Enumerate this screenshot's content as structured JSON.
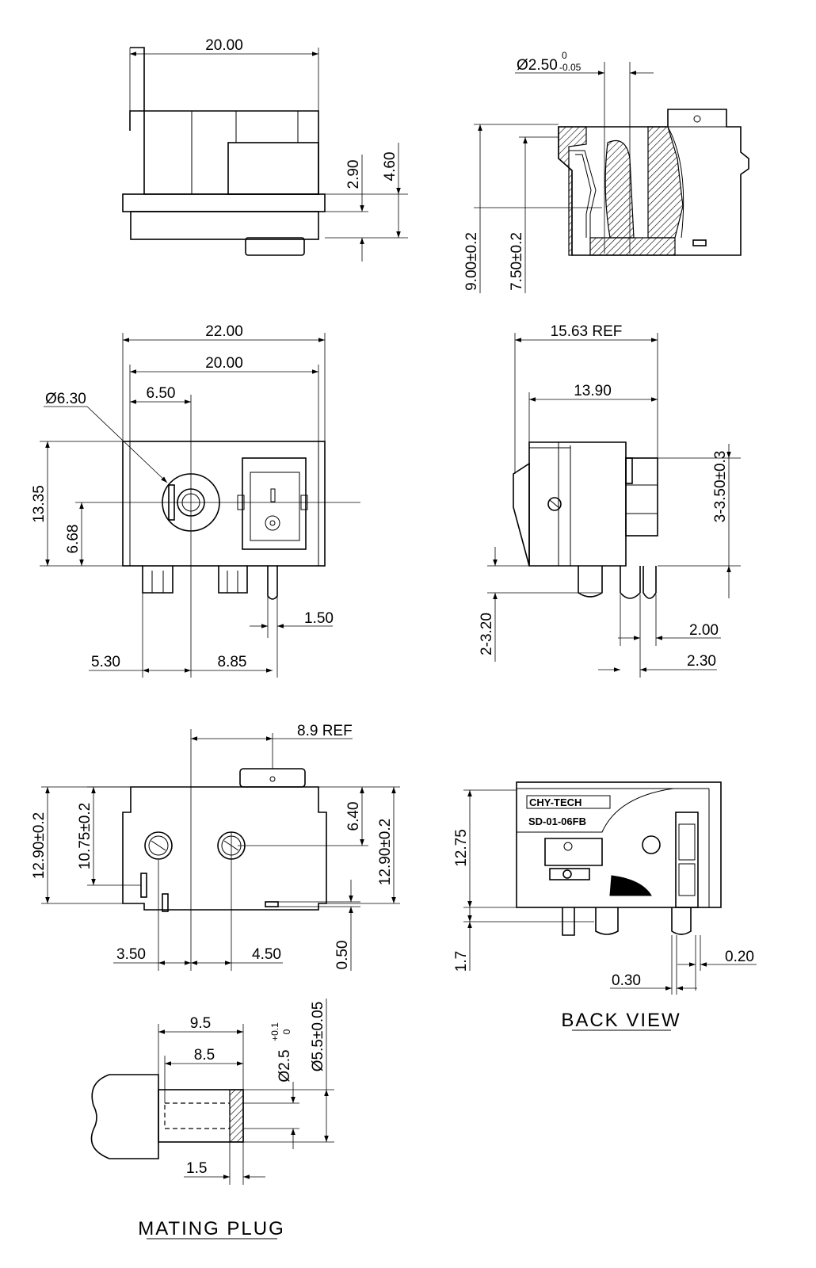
{
  "top_view": {
    "width": "20.00",
    "dim_a": "2.90",
    "dim_b": "4.60"
  },
  "section_view": {
    "pin_dia": "Ø2.50",
    "pin_tol_upper": "0",
    "pin_tol_lower": "-0.05",
    "height_a": "9.00±0.2",
    "height_b": "7.50±0.2"
  },
  "front_view": {
    "overall_width": "22.00",
    "body_width": "20.00",
    "hole_offset": "6.50",
    "hole_dia": "Ø6.30",
    "height": "13.35",
    "center_height": "6.68",
    "pin_width": "1.50",
    "pin_left": "5.30",
    "pin_pitch": "8.85"
  },
  "side_view": {
    "ref_length": "15.63 REF",
    "depth": "13.90",
    "pin_pitch": "3-3.50±0.3",
    "pin_length": "2-3.20",
    "pin_a": "2.00",
    "pin_b": "2.30"
  },
  "bottom_view": {
    "ref": "8.9 REF",
    "height_left": "12.90±0.2",
    "height_inner": "10.75±0.2",
    "height_right": "12.90±0.2",
    "hole_height": "6.40",
    "offset_small": "0.50",
    "left_pitch": "3.50",
    "right_pitch": "4.50"
  },
  "back_view": {
    "brand": "CHY-TECH",
    "model": "SD-01-06FB",
    "height": "12.75",
    "pin": "1.7",
    "thickness_a": "0.20",
    "thickness_b": "0.30",
    "caption": "BACK VIEW"
  },
  "mating_plug": {
    "length_a": "9.5",
    "length_b": "8.5",
    "inner_dia": "Ø2.5",
    "inner_tol_upper": "+0.1",
    "inner_tol_lower": "0",
    "outer_dia": "Ø5.5±0.05",
    "tip": "1.5",
    "caption": "MATING PLUG"
  }
}
